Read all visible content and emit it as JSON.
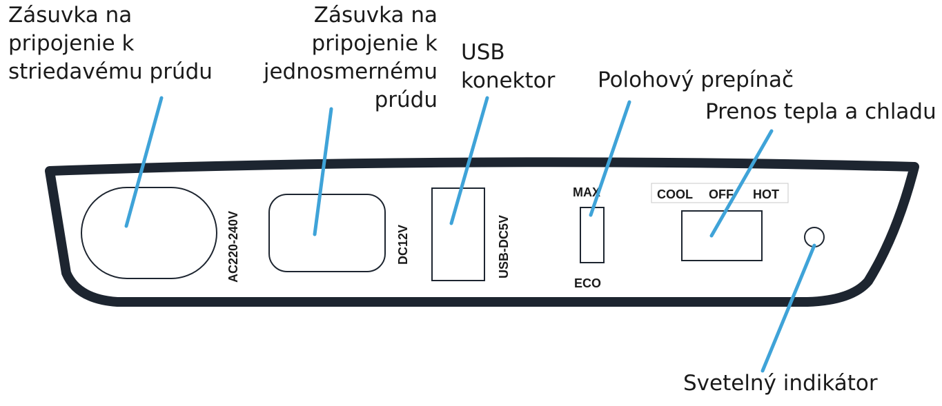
{
  "callouts": {
    "ac_socket": [
      "Zásuvka na",
      "pripojenie k",
      "striedavému prúdu"
    ],
    "dc_socket": [
      "Zásuvka na",
      "pripojenie k",
      "jednosmernému",
      "prúdu"
    ],
    "usb": [
      "USB",
      "konektor"
    ],
    "switch": [
      "Polohový prepínač"
    ],
    "heat_cool": [
      "Prenos tepla a chladu"
    ],
    "indicator": [
      "Svetelný indikátor"
    ]
  },
  "panel_labels": {
    "ac": "AC220-240V",
    "dc": "DC12V",
    "usb": "USB-DC5V",
    "max": "MAX",
    "eco": "ECO",
    "cool": "COOL",
    "off": "OFF",
    "hot": "HOT"
  },
  "colors": {
    "leader": "#3fa3d8",
    "outline": "#1d2530",
    "text": "#1a1a1a"
  }
}
